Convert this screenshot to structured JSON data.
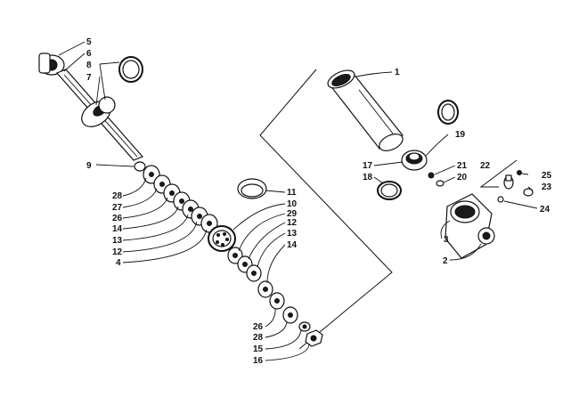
{
  "diagram": {
    "callouts": [
      {
        "id": "c5",
        "text": "5"
      },
      {
        "id": "c6",
        "text": "6"
      },
      {
        "id": "c8",
        "text": "8"
      },
      {
        "id": "c7",
        "text": "7"
      },
      {
        "id": "c9",
        "text": "9"
      },
      {
        "id": "c28a",
        "text": "28"
      },
      {
        "id": "c27",
        "text": "27"
      },
      {
        "id": "c26a",
        "text": "26"
      },
      {
        "id": "c14a",
        "text": "14"
      },
      {
        "id": "c13a",
        "text": "13"
      },
      {
        "id": "c12a",
        "text": "12"
      },
      {
        "id": "c4",
        "text": "4"
      },
      {
        "id": "c11",
        "text": "11"
      },
      {
        "id": "c10",
        "text": "10"
      },
      {
        "id": "c29",
        "text": "29"
      },
      {
        "id": "c12b",
        "text": "12"
      },
      {
        "id": "c13b",
        "text": "13"
      },
      {
        "id": "c14b",
        "text": "14"
      },
      {
        "id": "c26b",
        "text": "26"
      },
      {
        "id": "c28b",
        "text": "28"
      },
      {
        "id": "c15",
        "text": "15"
      },
      {
        "id": "c16",
        "text": "16"
      },
      {
        "id": "c1",
        "text": "1"
      },
      {
        "id": "c19",
        "text": "19"
      },
      {
        "id": "c17",
        "text": "17"
      },
      {
        "id": "c18",
        "text": "18"
      },
      {
        "id": "c21",
        "text": "21"
      },
      {
        "id": "c20",
        "text": "20"
      },
      {
        "id": "c22",
        "text": "22"
      },
      {
        "id": "c25",
        "text": "25"
      },
      {
        "id": "c23",
        "text": "23"
      },
      {
        "id": "c24",
        "text": "24"
      },
      {
        "id": "c3",
        "text": "3"
      },
      {
        "id": "c2",
        "text": "2"
      }
    ]
  }
}
